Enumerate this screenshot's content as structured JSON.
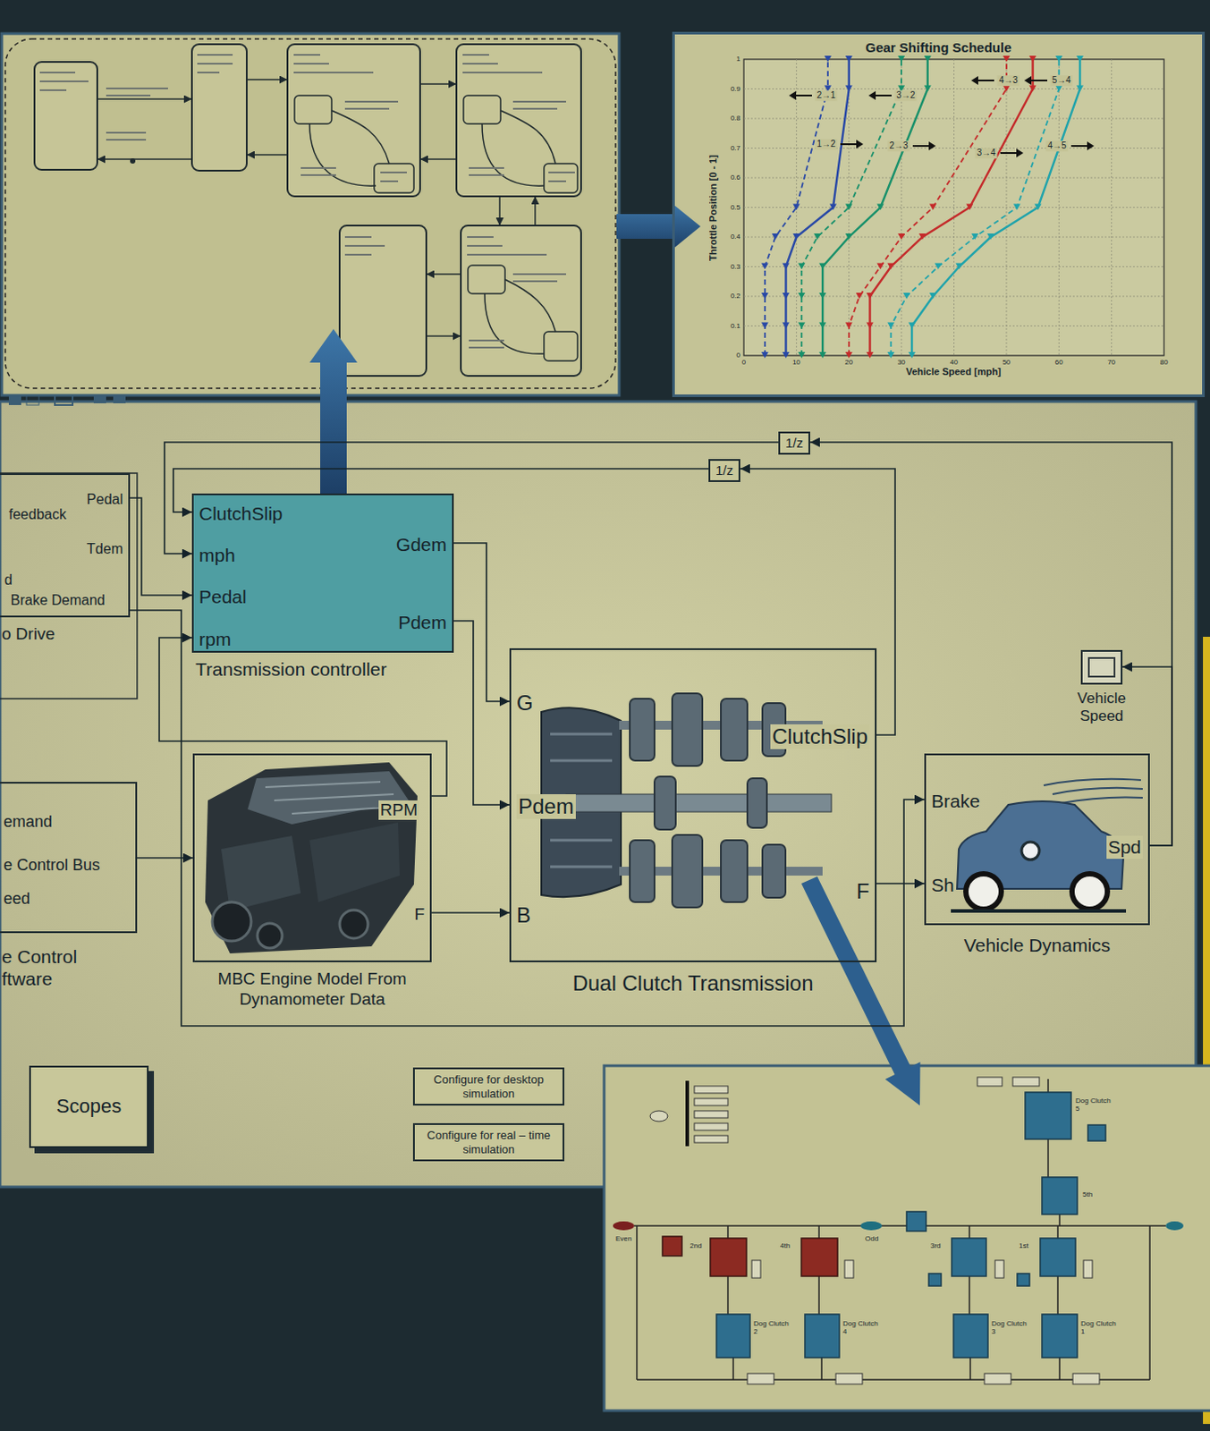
{
  "diagram": {
    "nodes": [
      {
        "text": [
          "Gear Shifting Schedule"
        ]
      },
      {
        "text": [
          "feedback",
          "Pedal",
          "Tdem",
          "d",
          "Brake Demand",
          "o Drive"
        ]
      },
      {
        "text": [
          "1/z"
        ]
      },
      {
        "text": [
          "1/z"
        ]
      },
      {
        "text": [
          "ClutchSlip",
          "mph",
          "Pedal",
          "rpm",
          "Gdem",
          "Pdem",
          "Transmission controller"
        ]
      },
      {
        "text": [
          "Vehicle Speed"
        ]
      },
      {
        "text": [
          "emand",
          "e Control Bus",
          "eed",
          "e Control ftware"
        ]
      },
      {
        "text": [
          "RPM",
          "F",
          "MBC Engine Model From Dynamometer Data"
        ]
      },
      {
        "text": [
          "G",
          "Pdem",
          "B",
          "ClutchSlip",
          "F",
          "Dual Clutch Transmission"
        ]
      },
      {
        "text": [
          "Brake",
          "Sh",
          "Spd",
          "Vehicle Dynamics"
        ]
      },
      {
        "text": [
          "Scopes"
        ]
      },
      {
        "text": [
          "Configure for desktop simulation"
        ]
      },
      {
        "text": [
          "Configure for real – time simulation"
        ]
      }
    ],
    "edges": [
      {
        "from": 1,
        "to": 4,
        "arrow": "to"
      },
      {
        "from": 9,
        "to": 2,
        "arrow": "to"
      },
      {
        "from": 2,
        "to": 4,
        "arrow": "to"
      },
      {
        "from": 8,
        "to": 3,
        "arrow": "to"
      },
      {
        "from": 3,
        "to": 4,
        "arrow": "to"
      },
      {
        "from": 9,
        "to": 5,
        "arrow": "to"
      },
      {
        "from": 7,
        "to": 4,
        "arrow": "to"
      },
      {
        "from": 4,
        "to": 8,
        "arrow": "to"
      },
      {
        "from": 4,
        "to": 8,
        "arrow": "to"
      },
      {
        "from": 7,
        "to": 8,
        "arrow": "to"
      },
      {
        "from": 8,
        "to": 9,
        "arrow": "to"
      },
      {
        "from": 1,
        "to": 9,
        "arrow": "to"
      },
      {
        "from": 6,
        "to": 7,
        "arrow": "to"
      }
    ],
    "labels": [
      "Throttle Position [0 - 1]",
      "Vehicle Speed [mph]",
      "0",
      "10",
      "20",
      "30",
      "40",
      "50",
      "60",
      "70",
      "80",
      "0",
      "0.1",
      "0.2",
      "0.3",
      "0.4",
      "0.5",
      "0.6",
      "0.7",
      "0.8",
      "0.9",
      "1",
      "2→1",
      "3→2",
      "4→3",
      "5→4",
      "1→2",
      "2→3",
      "3→4",
      "4→5",
      "Even",
      "2nd",
      "4th",
      "Odd",
      "3rd",
      "1st",
      "5th",
      "Dog Clutch 5",
      "Dog Clutch 2",
      "Dog Clutch 4",
      "Dog Clutch 3",
      "Dog Clutch 1"
    ]
  }
}
